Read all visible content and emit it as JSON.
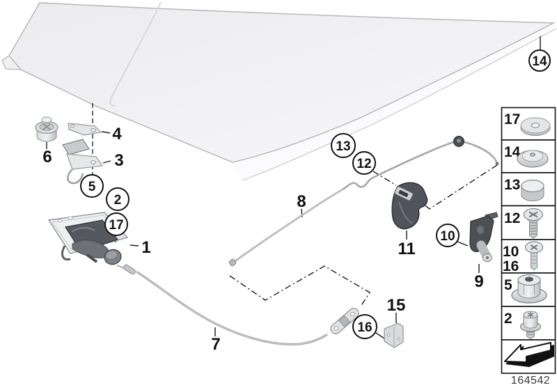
{
  "page": {
    "drawing_number": "164542"
  },
  "colors": {
    "line": "#1a1a1a",
    "hood_fill": "#f0f0f2",
    "metal_light": "#e6e8ea",
    "metal_dark": "#54575c"
  },
  "callouts": {
    "plain": [
      {
        "label": "6"
      },
      {
        "label": "4"
      },
      {
        "label": "3"
      },
      {
        "label": "1"
      },
      {
        "label": "8"
      },
      {
        "label": "7"
      },
      {
        "label": "11"
      },
      {
        "label": "9"
      },
      {
        "label": "15"
      }
    ],
    "circled": [
      {
        "label": "5"
      },
      {
        "label": "2"
      },
      {
        "label": "17"
      },
      {
        "label": "13"
      },
      {
        "label": "12"
      },
      {
        "label": "10"
      },
      {
        "label": "16"
      },
      {
        "label": "14"
      }
    ]
  },
  "legend": {
    "rows": [
      {
        "labels": [
          "17"
        ],
        "part": "flat-washer"
      },
      {
        "labels": [
          "14"
        ],
        "part": "domed-washer"
      },
      {
        "labels": [
          "13"
        ],
        "part": "cover-cap"
      },
      {
        "labels": [
          "12"
        ],
        "part": "phillips-screw"
      },
      {
        "labels": [
          "10",
          "16"
        ],
        "part": "pan-head-screw"
      },
      {
        "labels": [
          "5"
        ],
        "part": "flange-nut"
      },
      {
        "labels": [
          "2"
        ],
        "part": "flange-bolt"
      },
      {
        "labels": [],
        "part": "direction-arrow"
      }
    ]
  }
}
